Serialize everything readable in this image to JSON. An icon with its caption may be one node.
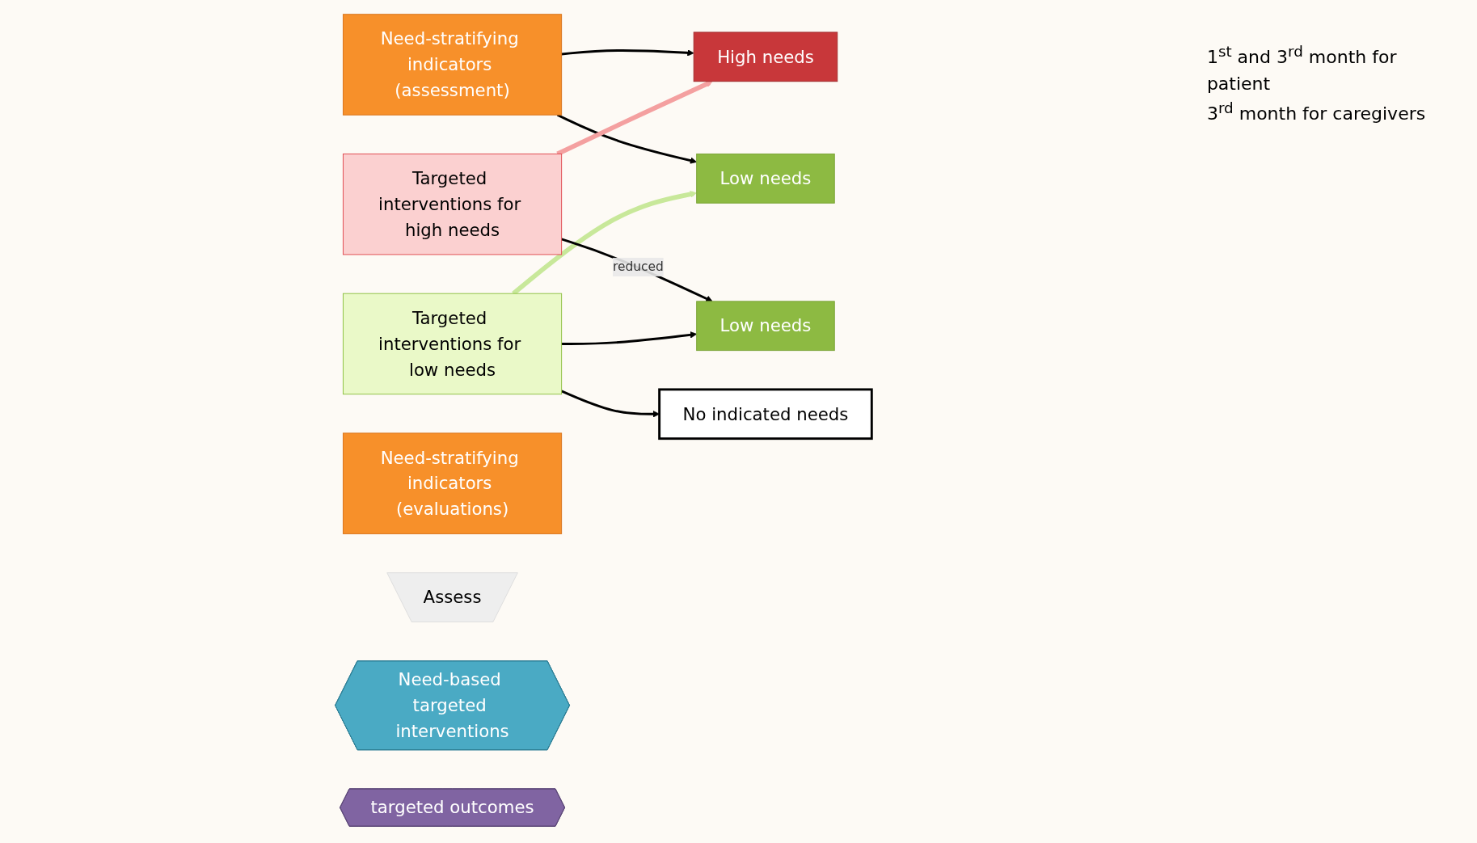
{
  "diagram": {
    "nodes": [
      {
        "text": [
          "Need-stratifying indicators (assessment)"
        ]
      },
      {
        "text": [
          "High needs"
        ]
      },
      {
        "text": [
          "Targeted interventions for high needs"
        ]
      },
      {
        "text": [
          "Low needs"
        ]
      },
      {
        "text": [
          "Targeted interventions for low needs"
        ]
      },
      {
        "text": [
          "Low needs"
        ]
      },
      {
        "text": [
          "No indicated needs"
        ]
      },
      {
        "text": [
          "Need-stratifying indicators (evaluations)"
        ]
      },
      {
        "text": [
          "Assess"
        ]
      },
      {
        "text": [
          "Need-based targeted interventions"
        ]
      },
      {
        "text": [
          "targeted outcomes"
        ]
      }
    ],
    "edges": [
      {
        "from": 0,
        "to": 1,
        "arrow": "to"
      },
      {
        "from": 0,
        "to": 3,
        "arrow": "to"
      },
      {
        "from": 2,
        "to": 1,
        "arrow": "to",
        "style": "thick",
        "color": "#f4a0a0"
      },
      {
        "from": 4,
        "to": 3,
        "arrow": "to",
        "style": "thick",
        "color": "#c8e89a"
      },
      {
        "from": 2,
        "to": 5,
        "label": "reduced",
        "arrow": "to"
      },
      {
        "from": 4,
        "to": 5,
        "arrow": "to"
      },
      {
        "from": 4,
        "to": 6,
        "arrow": "to"
      }
    ],
    "labels": [
      "1$^{st}$ and 3$^{rd}$ month for patient",
      "3$^{rd}$ month for caregivers"
    ]
  }
}
